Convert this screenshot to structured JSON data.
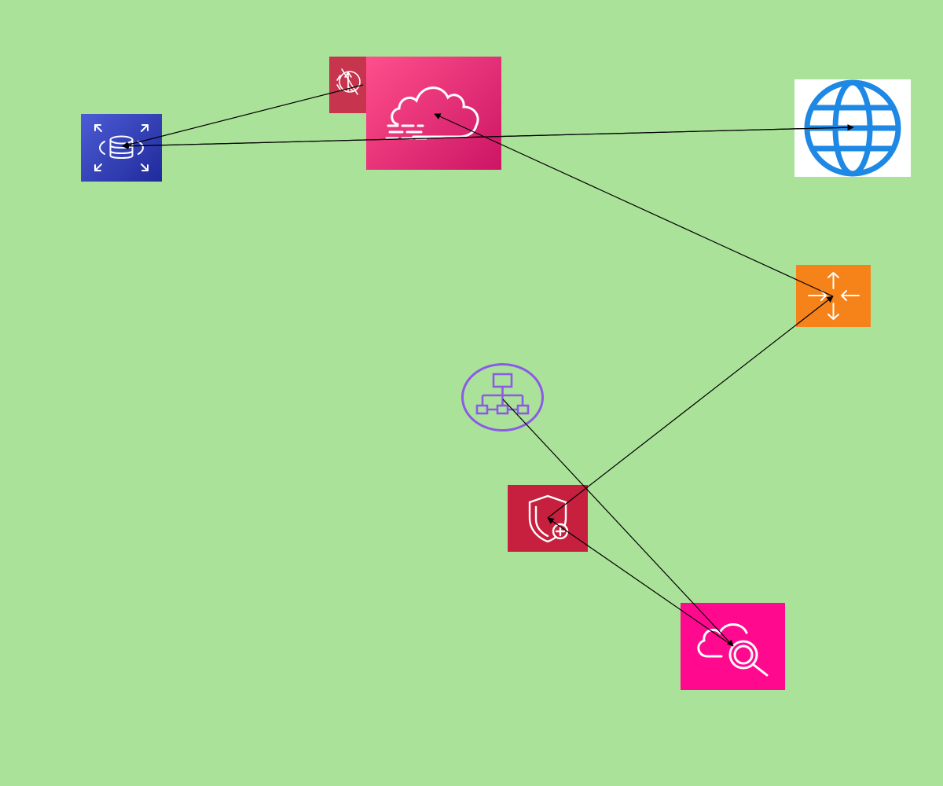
{
  "diagram": {
    "background": "#abe29a",
    "nodes": [
      {
        "id": "n-database",
        "icon": "database-scaling-icon",
        "color": "#2e3ab6"
      },
      {
        "id": "n-lambda-edge",
        "icon": "lambda-edge-icon",
        "color": "#c6344d"
      },
      {
        "id": "n-cloudfront",
        "icon": "cloud-cdn-icon",
        "color": "#e7216f"
      },
      {
        "id": "n-internet",
        "icon": "globe-icon",
        "color": "#1e88e5"
      },
      {
        "id": "n-load-balancer",
        "icon": "load-balancer-arrows-icon",
        "color": "#f58319"
      },
      {
        "id": "n-service-catalog",
        "icon": "hierarchy-icon",
        "color": "#8c5be6"
      },
      {
        "id": "n-security-hub",
        "icon": "shield-icon",
        "color": "#c7203e"
      },
      {
        "id": "n-cloud-search",
        "icon": "cloud-search-icon",
        "color": "#ff0a8e"
      }
    ],
    "edges": [
      {
        "from": "n-lambda-edge",
        "to": "n-database"
      },
      {
        "from": "n-internet",
        "to": "n-database"
      },
      {
        "from": "n-database",
        "to": "n-internet"
      },
      {
        "from": "n-load-balancer",
        "to": "n-cloudfront"
      },
      {
        "from": "n-security-hub",
        "to": "n-load-balancer"
      },
      {
        "from": "n-service-catalog",
        "to": "n-cloud-search"
      },
      {
        "from": "n-cloud-search",
        "to": "n-security-hub"
      }
    ]
  }
}
